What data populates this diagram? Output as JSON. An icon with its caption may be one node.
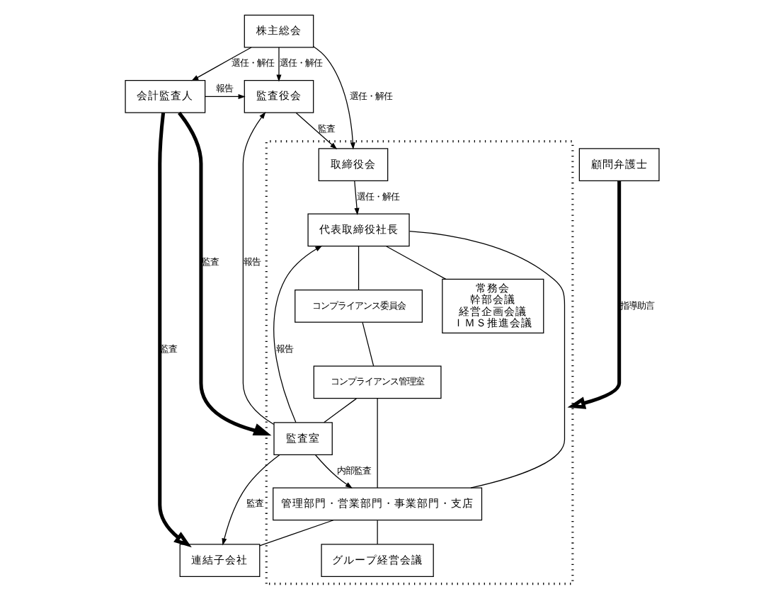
{
  "diagram": {
    "nodes": [
      {
        "text": [
          "株主総会"
        ]
      },
      {
        "text": [
          "会計監査人"
        ]
      },
      {
        "text": [
          "監査役会"
        ]
      },
      {
        "text": [],
        "shape": "box"
      },
      {
        "text": [
          "取締役会"
        ],
        "in": 3
      },
      {
        "text": [
          "代表取締役社長"
        ],
        "in": 3
      },
      {
        "text": [
          "コンプライアンス委員会"
        ],
        "in": 3
      },
      {
        "text": [
          "コンプライアンス管理室"
        ],
        "in": 3
      },
      {
        "text": [
          "監査室"
        ],
        "in": 3
      },
      {
        "text": [
          "常務会",
          "幹部会議",
          "経営企画会議",
          "ＩＭＳ推進会議"
        ],
        "in": 3
      },
      {
        "text": [
          "管理部門・営業部門・事業部門・支店"
        ],
        "in": 3
      },
      {
        "text": [
          "グループ経営会議"
        ],
        "in": 3
      },
      {
        "text": [
          "連結子会社"
        ]
      },
      {
        "text": [
          "顧問弁護士"
        ]
      }
    ],
    "edges": [
      {
        "from": 0,
        "to": 1,
        "arrow": "to",
        "label": "選任・解任"
      },
      {
        "from": 0,
        "to": 2,
        "arrow": "to",
        "label": "選任・解任"
      },
      {
        "from": 0,
        "to": 4,
        "arrow": "to",
        "label": "選任・解任"
      },
      {
        "from": 1,
        "to": 2,
        "arrow": "to",
        "label": "報告"
      },
      {
        "from": 2,
        "to": 4,
        "arrow": "to",
        "label": "監査"
      },
      {
        "from": 4,
        "to": 5,
        "arrow": "to",
        "label": "選任・解任"
      },
      {
        "from": 8,
        "to": 2,
        "arrow": "to",
        "label": "報告"
      },
      {
        "from": 8,
        "to": 5,
        "arrow": "to",
        "label": "報告"
      },
      {
        "from": 1,
        "to": 3,
        "arrow": "to",
        "label": "監査",
        "style": "thick"
      },
      {
        "from": 1,
        "to": 12,
        "arrow": "to",
        "label": "監査",
        "style": "thick"
      },
      {
        "from": 13,
        "to": 3,
        "arrow": "to",
        "label": "指導助言",
        "style": "thick"
      },
      {
        "from": 8,
        "to": 10,
        "arrow": "to",
        "label": "内部監査"
      },
      {
        "from": 8,
        "to": 12,
        "arrow": "to",
        "label": "監査"
      },
      {
        "from": 5,
        "to": 6,
        "arrow": "none"
      },
      {
        "from": 6,
        "to": 7,
        "arrow": "none"
      },
      {
        "from": 7,
        "to": 10,
        "arrow": "none"
      },
      {
        "from": 8,
        "to": 7,
        "arrow": "none"
      },
      {
        "from": 5,
        "to": 9,
        "arrow": "none"
      },
      {
        "from": 5,
        "to": 10,
        "arrow": "none"
      },
      {
        "from": 10,
        "to": 12,
        "arrow": "none"
      },
      {
        "from": 10,
        "to": 11,
        "arrow": "none"
      }
    ]
  }
}
